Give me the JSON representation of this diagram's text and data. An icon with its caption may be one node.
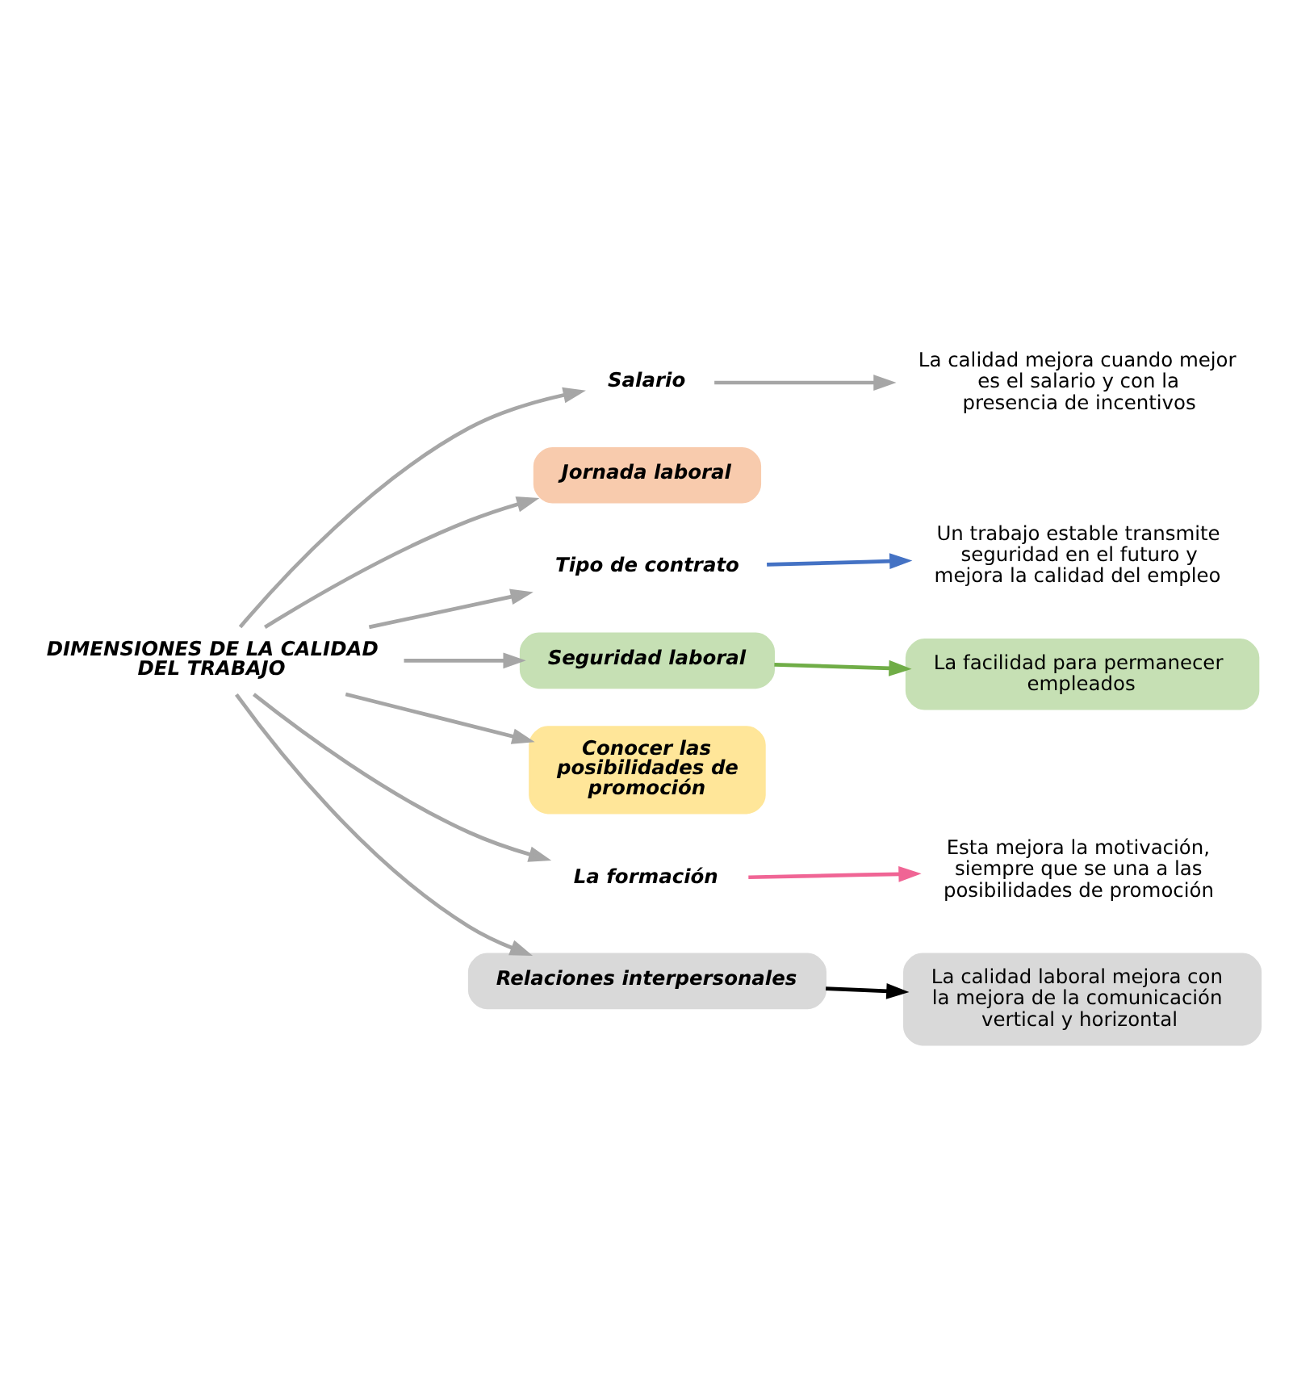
{
  "diagram": {
    "nodes": [
      {
        "text": [
          "DIMENSIONES DE LA CALIDAD DEL TRABAJO"
        ]
      },
      {
        "text": [
          "Salario"
        ]
      },
      {
        "text": [
          "La calidad mejora cuando mejor es el salario y con la presencia de incentivos"
        ]
      },
      {
        "text": [
          "Jornada laboral"
        ]
      },
      {
        "text": [
          "Tipo de contrato"
        ]
      },
      {
        "text": [
          "Un trabajo estable transmite seguridad en el futuro y mejora la calidad del empleo"
        ]
      },
      {
        "text": [
          "Seguridad laboral"
        ]
      },
      {
        "text": [
          "La facilidad para permanecer empleados"
        ]
      },
      {
        "text": [
          "Conocer las posibilidades de promoción"
        ]
      },
      {
        "text": [
          "La formación"
        ]
      },
      {
        "text": [
          "Esta mejora la motivación, siempre que se una a las posibilidades de promoción"
        ]
      },
      {
        "text": [
          "Relaciones interpersonales"
        ]
      },
      {
        "text": [
          "La calidad laboral mejora con la mejora de la comunicación vertical y horizontal"
        ]
      }
    ],
    "edges": [
      {
        "from": 0,
        "to": 1,
        "arrow": "to"
      },
      {
        "from": 0,
        "to": 3,
        "arrow": "to"
      },
      {
        "from": 0,
        "to": 4,
        "arrow": "to"
      },
      {
        "from": 0,
        "to": 6,
        "arrow": "to"
      },
      {
        "from": 0,
        "to": 8,
        "arrow": "to"
      },
      {
        "from": 0,
        "to": 9,
        "arrow": "to"
      },
      {
        "from": 0,
        "to": 11,
        "arrow": "to"
      },
      {
        "from": 1,
        "to": 2,
        "arrow": "to"
      },
      {
        "from": 4,
        "to": 5,
        "arrow": "to",
        "color": "#4472c4"
      },
      {
        "from": 6,
        "to": 7,
        "arrow": "to",
        "color": "#70ad47"
      },
      {
        "from": 9,
        "to": 10,
        "arrow": "to",
        "color": "#f06595"
      },
      {
        "from": 11,
        "to": 12,
        "arrow": "to",
        "color": "#000000"
      }
    ]
  }
}
